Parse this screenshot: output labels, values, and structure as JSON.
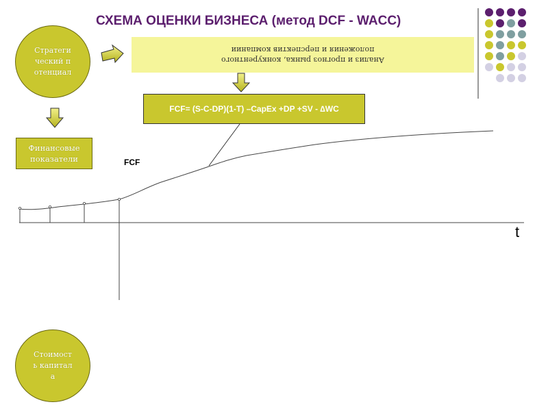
{
  "title": "СХЕМА ОЦЕНКИ БИЗНЕСА (метод DCF - WACC)",
  "strategic_potential": "Стратегический потенциал",
  "financial_indicators": "Финансовые показатели",
  "capital_value": "Стоимость капитала",
  "banner_text": "Анализ и прогноз рынка, конкурентного положения и перспектив компании",
  "formula": "FCF= (S-C-DP)(1-T) –CapEx +DP +SV - ∆WC",
  "y_axis_label": "FCF",
  "x_axis_label": "t",
  "colors": {
    "title": "#5c1f6e",
    "olive": "#c9c72e",
    "banner": "#f5f59a",
    "dot_purple": "#5c1f6e",
    "dot_teal": "#7f9fa0",
    "dot_yellow": "#c9c72e",
    "dot_lavender": "#d3d0e3"
  },
  "dot_grid": [
    [
      "purple",
      "purple",
      "purple",
      "purple"
    ],
    [
      "yellow",
      "purple",
      "teal",
      "purple"
    ],
    [
      "yellow",
      "teal",
      "teal",
      "teal"
    ],
    [
      "yellow",
      "teal",
      "yellow",
      "yellow"
    ],
    [
      "yellow",
      "teal",
      "yellow",
      "lavender"
    ],
    [
      "lavender",
      "yellow",
      "lavender",
      "lavender"
    ],
    [
      "empty",
      "lavender",
      "lavender",
      "lavender"
    ]
  ]
}
